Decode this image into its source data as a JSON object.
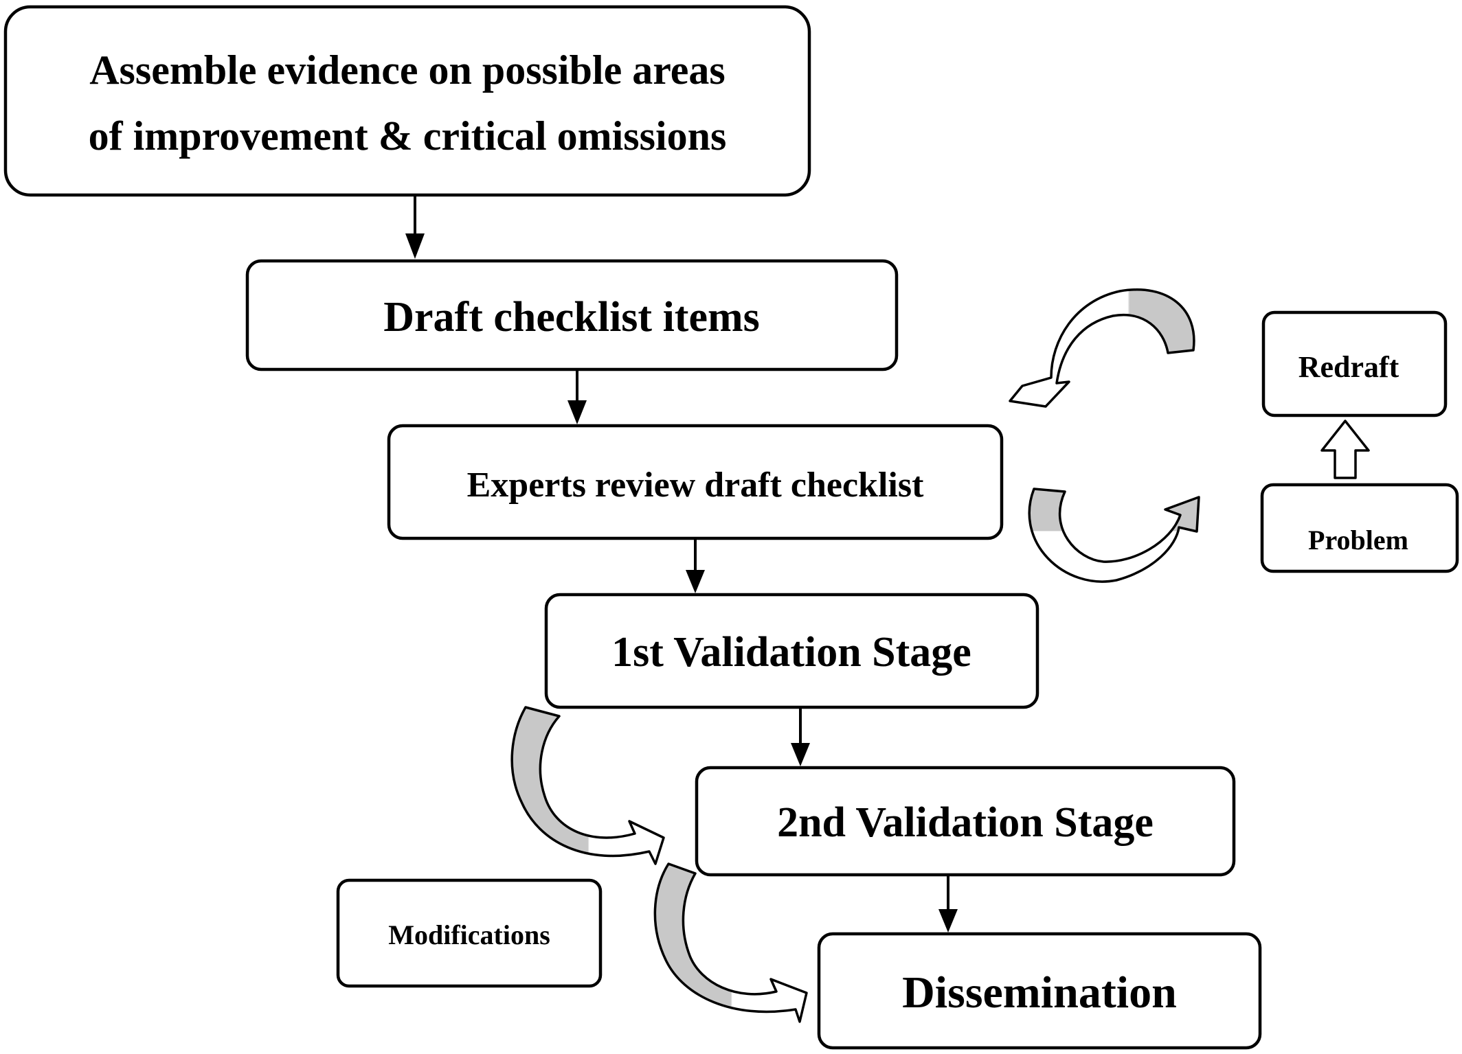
{
  "boxes": {
    "assemble": {
      "line1": "Assemble evidence on possible areas",
      "line2": "of improvement & critical omissions"
    },
    "draft": "Draft checklist items",
    "review": "Experts review draft checklist",
    "stage1": "1st Validation Stage",
    "stage2": "2nd Validation Stage",
    "dissemination": "Dissemination",
    "redraft": "Redraft",
    "problem": "Problem",
    "modifications": "Modifications"
  },
  "colors": {
    "stroke": "#000000",
    "box_fill": "#ffffff",
    "curved_arrow_shade": "#c8c8c8"
  }
}
